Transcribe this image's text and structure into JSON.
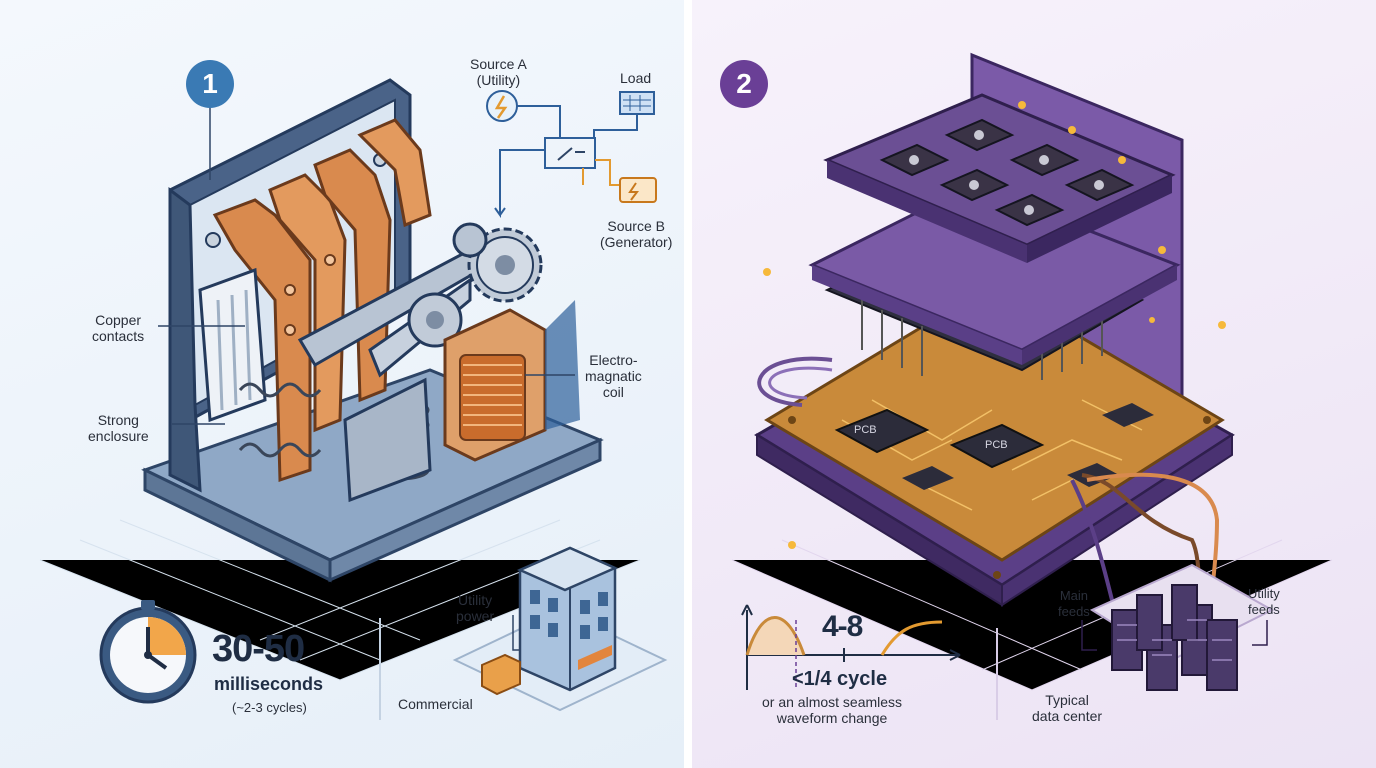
{
  "left": {
    "badge": "1",
    "source_a": {
      "line1": "Source A",
      "line2": "(Utility)"
    },
    "load": "Load",
    "source_b": {
      "line1": "Source B",
      "line2": "(Generator)"
    },
    "copper": {
      "line1": "Copper",
      "line2": "contacts"
    },
    "enclosure": {
      "line1": "Strong",
      "line2": "enclosure"
    },
    "coil": {
      "line1": "Electro-",
      "line2": "magnatic",
      "line3": "coil"
    },
    "time_value": "30-50",
    "time_unit": "milliseconds",
    "time_note": "(~2-3 cycles)",
    "utility_power": {
      "line1": "Utility",
      "line2": "power"
    },
    "commercial": "Commercial"
  },
  "right": {
    "badge": "2",
    "pcb_chip_1": "PCB",
    "pcb_chip_2": "PCB",
    "wave_value": "4-8",
    "wave_cycle": "<1/4 cycle",
    "wave_note": {
      "line1": "or an almost seamless",
      "line2": "waveform change"
    },
    "main_feeds": {
      "line1": "Main",
      "line2": "feeds"
    },
    "utility_feeds": {
      "line1": "Utility",
      "line2": "feeds"
    },
    "data_center": {
      "line1": "Typical",
      "line2": "data center"
    }
  },
  "colors": {
    "badge_left": "#3a7ab4",
    "badge_right": "#6a3f96",
    "copper": "#d98a4e",
    "steel": "#5d7696",
    "pcb": "#c98a3a",
    "purple": "#5b3f87"
  }
}
